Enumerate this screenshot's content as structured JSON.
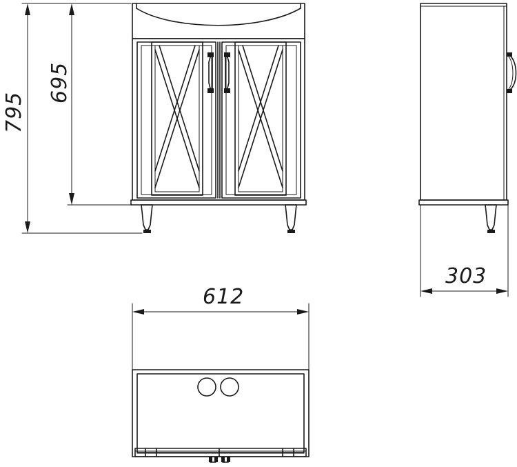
{
  "dimensions": {
    "total_height": "795",
    "body_height": "695",
    "width": "612",
    "depth": "303"
  },
  "colors": {
    "line": "#1a1a1a",
    "background": "#ffffff"
  }
}
